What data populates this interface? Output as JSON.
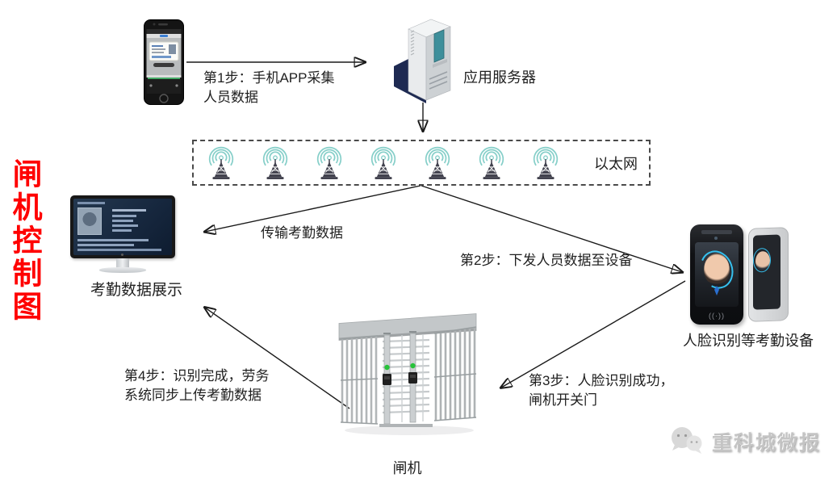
{
  "title": {
    "text": "闸机控制图"
  },
  "nodes": {
    "server": {
      "label": "应用服务器"
    },
    "ethernet": {
      "label": "以太网"
    },
    "monitor": {
      "label": "考勤数据展示"
    },
    "face_device": {
      "label": "人脸识别等考勤设备"
    },
    "turnstile": {
      "label": "闸机"
    }
  },
  "annotations": {
    "step1": {
      "line1": "第1步：手机APP采集",
      "line2": "人员数据"
    },
    "step2": {
      "line1": "第2步：下发人员数据至设备"
    },
    "step3": {
      "line1": "第3步：人脸识别成功，",
      "line2": "闸机开关门"
    },
    "step4": {
      "line1": "第4步：识别完成，劳务",
      "line2": "系统同步上传考勤数据"
    },
    "transfer": {
      "line1": "传输考勤数据"
    }
  },
  "watermark": {
    "text": "重科城微报"
  },
  "colors": {
    "title_red": "#ff0000",
    "arrow_black": "#1a1a1a",
    "antenna_teal": "#86cfc9",
    "dashed_border_gray": "#4a4a4a",
    "server_panel_teal": "#3e8f9b",
    "server_shadow_navy": "#1e2a52",
    "monitor_screen_navy": "#1c2e4d",
    "face_ring_blue": "#35c0ee",
    "indicator_green": "#27c23a",
    "watermark_gray": "#c4c4c4"
  }
}
